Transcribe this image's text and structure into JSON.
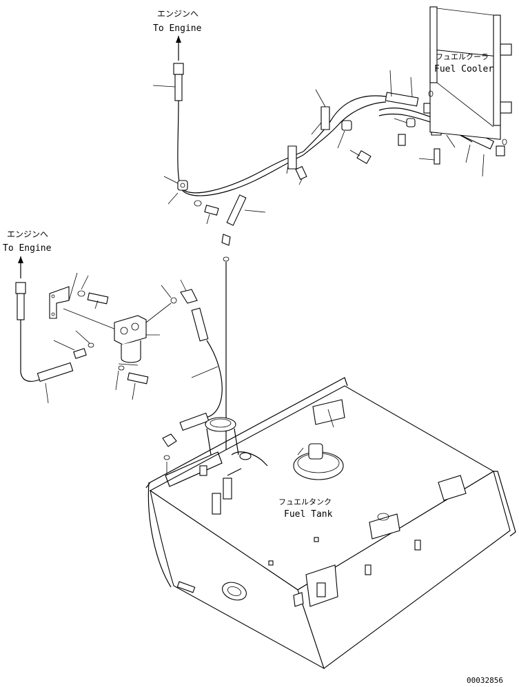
{
  "labels": {
    "engine_top_jp": "エンジンへ",
    "engine_top_en": "To Engine",
    "engine_left_jp": "エンジンへ",
    "engine_left_en": "To Engine",
    "cooler_jp": "フュエルクーラ",
    "cooler_en": "Fuel Cooler",
    "tank_jp": "フュエルタンク",
    "tank_en": "Fuel Tank",
    "drawing_number": "00032856"
  }
}
